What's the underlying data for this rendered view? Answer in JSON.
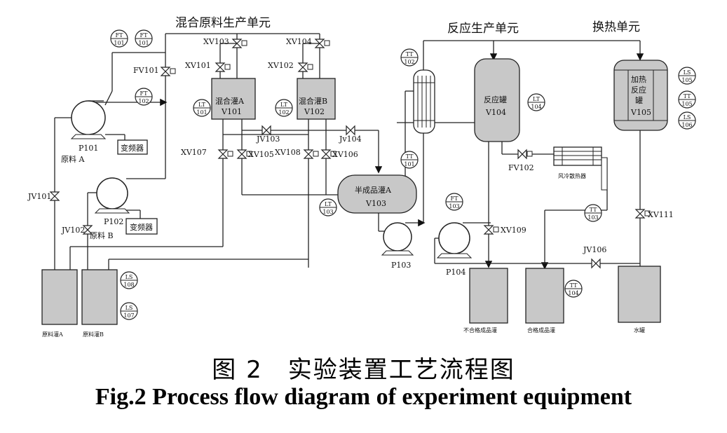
{
  "sections": {
    "mix": "混合原料生产单元",
    "reaction": "反应生产单元",
    "heat": "换热单元"
  },
  "instruments": {
    "ft101a": [
      "FT",
      "101"
    ],
    "ft101b": [
      "FT",
      "101"
    ],
    "ft102": [
      "FT",
      "102"
    ],
    "lt101": [
      "LT",
      "101"
    ],
    "lt102": [
      "LT",
      "102"
    ],
    "tt102": [
      "TT",
      "102"
    ],
    "tt101": [
      "TT",
      "101"
    ],
    "lt103": [
      "LT",
      "103"
    ],
    "ft103": [
      "FT",
      "103"
    ],
    "lt104": [
      "LT",
      "104"
    ],
    "ls105": [
      "LS",
      "105"
    ],
    "tt105": [
      "TT",
      "105"
    ],
    "ls106": [
      "LS",
      "106"
    ],
    "tt103": [
      "TT",
      "103"
    ],
    "tt104": [
      "TT",
      "104"
    ],
    "ls108": [
      "LS",
      "108"
    ],
    "ls107": [
      "LS",
      "107"
    ]
  },
  "valves": {
    "xv103": "XV103",
    "xv104": "XV104",
    "xv101": "XV101",
    "xv102": "XV102",
    "fv101": "FV101",
    "jv103": "JV103",
    "jv104": "Jv104",
    "xv107": "XV107",
    "xv105": "XV105",
    "xv108": "XV108",
    "xv106": "XV106",
    "jv101": "JV101",
    "jv102": "JV102",
    "fv102": "FV102",
    "xv109": "XV109",
    "xv111": "XV111",
    "jv106": "JV106"
  },
  "equipment": {
    "v101_name": "混合灌A",
    "v101_id": "V101",
    "v102_name": "混合灌B",
    "v102_id": "V102",
    "v103_name": "半成品灌A",
    "v103_id": "V103",
    "v104_name": "反应罐",
    "v104_id": "V104",
    "v105_name1": "加热",
    "v105_name2": "反应",
    "v105_name3": "罐",
    "v105_id": "V105",
    "p101": "P101",
    "p102": "P102",
    "p103": "P103",
    "p104": "P104",
    "vfd1": "变频器",
    "vfd2": "变频器",
    "feed_a": "原料 A",
    "feed_b": "原料 B",
    "air_cooler": "风冷散热器",
    "tank_a": "原料灌A",
    "tank_b": "原料灌B",
    "reject_tank": "不合格成品灌",
    "product_tank": "合格成品灌",
    "water_tank": "水罐"
  },
  "caption": {
    "cn": "图 2　实验装置工艺流程图",
    "en": "Fig.2 Process flow diagram of experiment equipment"
  }
}
